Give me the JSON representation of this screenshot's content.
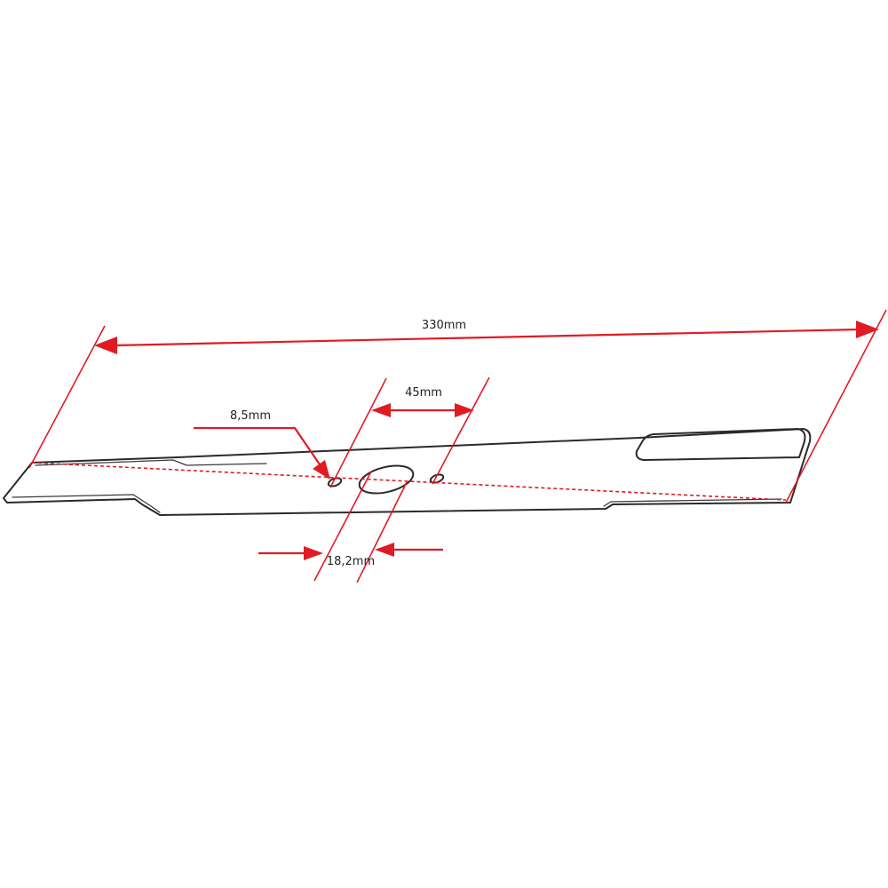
{
  "dimensions": {
    "overall_length": "330mm",
    "bolt_spacing": "45mm",
    "small_hole_diameter": "8,5mm",
    "center_hole_diameter": "18,2mm"
  },
  "colors": {
    "dimension_lines": "#e01b24",
    "blade_outline": "#2a2a2a",
    "label_text": "#222222",
    "background": "#ffffff"
  }
}
